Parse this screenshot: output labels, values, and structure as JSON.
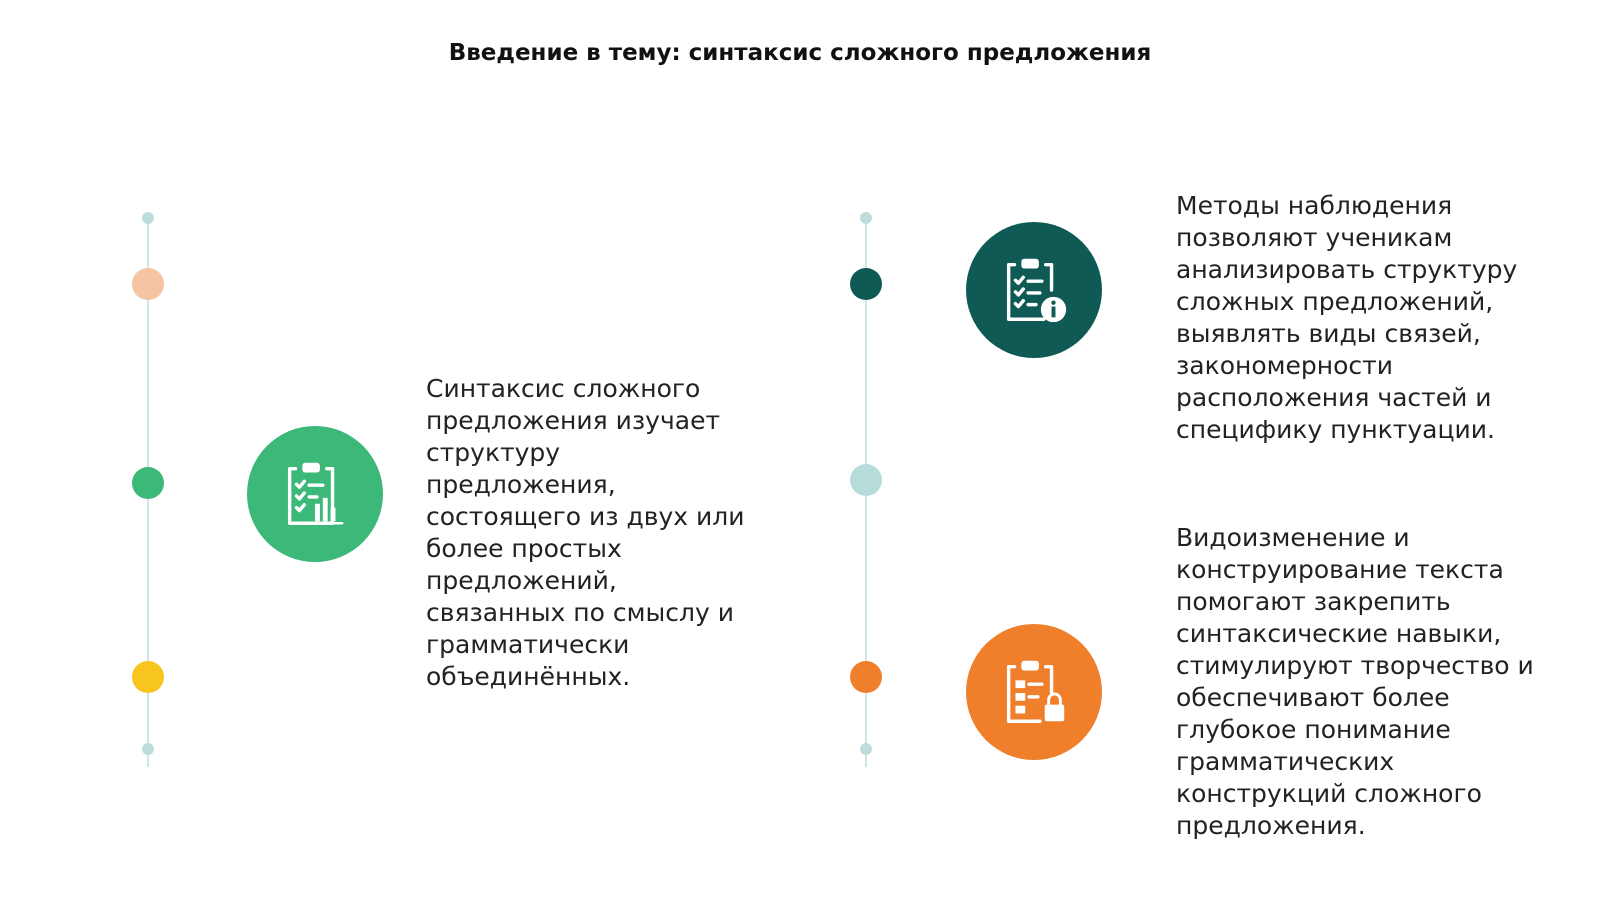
{
  "page": {
    "title": "Введение в тему: синтаксис сложного предложения"
  },
  "blocks": [
    {
      "icon": "clipboard-chart-icon",
      "color": "#3cb878",
      "text": "Синтаксис сложного предложения изучает структуру предложения, состоящего из двух или более простых предложений, связанных по смыслу и грамматически объединённых."
    },
    {
      "icon": "clipboard-info-icon",
      "color": "#0f5a55",
      "text": "Методы наблюдения позволяют ученикам анализировать структуру сложных предложений, выявлять виды связей, закономерности расположения частей и специфику пунктуации."
    },
    {
      "icon": "clipboard-lock-icon",
      "color": "#ef7f2a",
      "text": "Видоизменение и конструирование текста помогают закрепить синтаксические навыки, стимулируют творчество и обеспечивают более глубокое понимание грамматических конструкций сложного предложения."
    }
  ],
  "timelines": {
    "left_dots": [
      "#f6c3a3",
      "#3cb878",
      "#f7c51d"
    ],
    "right_dots": [
      "#0f5a55",
      "#b5dcd8",
      "#ef7f2a"
    ]
  }
}
